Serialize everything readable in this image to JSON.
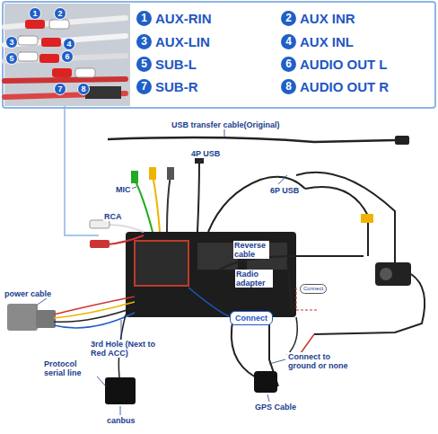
{
  "diagram": {
    "labels": [
      "1",
      "AUX-RIN",
      "2",
      "AUX INR",
      "3",
      "AUX-LIN",
      "4",
      "AUX INL",
      "5",
      "SUB-L",
      "6",
      "AUDIO OUT L",
      "7",
      "SUB-R",
      "8",
      "AUDIO OUT R",
      "1",
      "2",
      "3",
      "4",
      "5",
      "6",
      "7",
      "8",
      "USB transfer cable(Original)",
      "4P USB",
      "6P USB",
      "MIC",
      "RCA",
      "Reverse cable",
      "Radio adapter",
      "power cable",
      "Connect",
      "Connect",
      "3rd Hole (Next to Red ACC)",
      "Protocol serial line",
      "canbus",
      "Connect to ground or none",
      "GPS Cable"
    ]
  }
}
